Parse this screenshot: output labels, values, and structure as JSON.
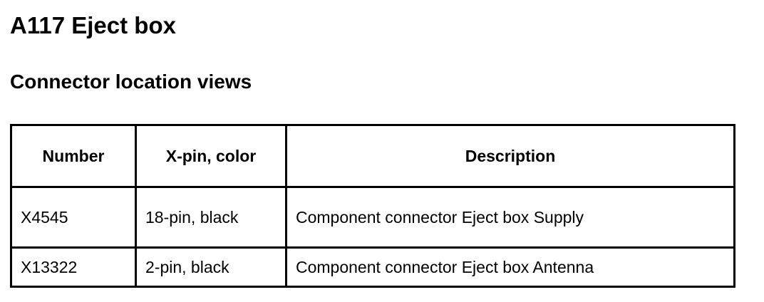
{
  "title": "A117 Eject box",
  "subtitle": "Connector location views",
  "table": {
    "headers": [
      "Number",
      "X-pin, color",
      "Description"
    ],
    "rows": [
      [
        "X4545",
        "18-pin, black",
        "Component connector Eject box Supply"
      ],
      [
        "X13322",
        "2-pin, black",
        "Component connector Eject box Antenna"
      ]
    ]
  }
}
